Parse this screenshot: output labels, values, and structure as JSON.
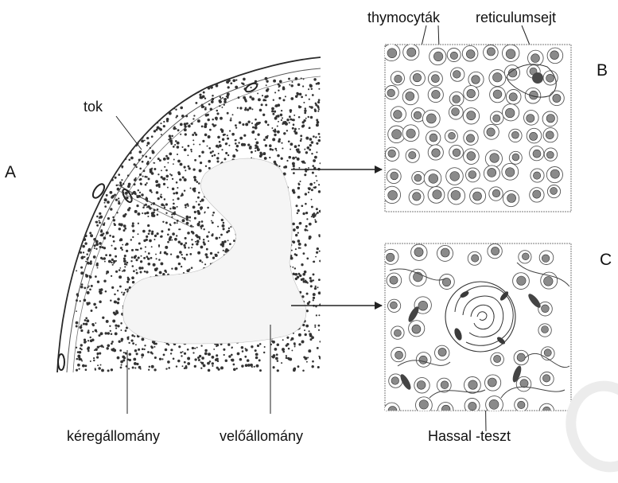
{
  "labels": {
    "thymocytes": "thymocyták",
    "reticular_cell": "reticulumsejt",
    "capsule": "tok",
    "cortex": "kéregállomány",
    "medulla": "velőállomány",
    "hassall": "Hassal -teszt"
  },
  "panels": {
    "a": "A",
    "b": "B",
    "c": "C"
  },
  "colors": {
    "ink": "#2a2a2a",
    "stipple": "#333333",
    "panel_border": "#7a7a7a",
    "medulla_fill": "#f5f5f5"
  }
}
